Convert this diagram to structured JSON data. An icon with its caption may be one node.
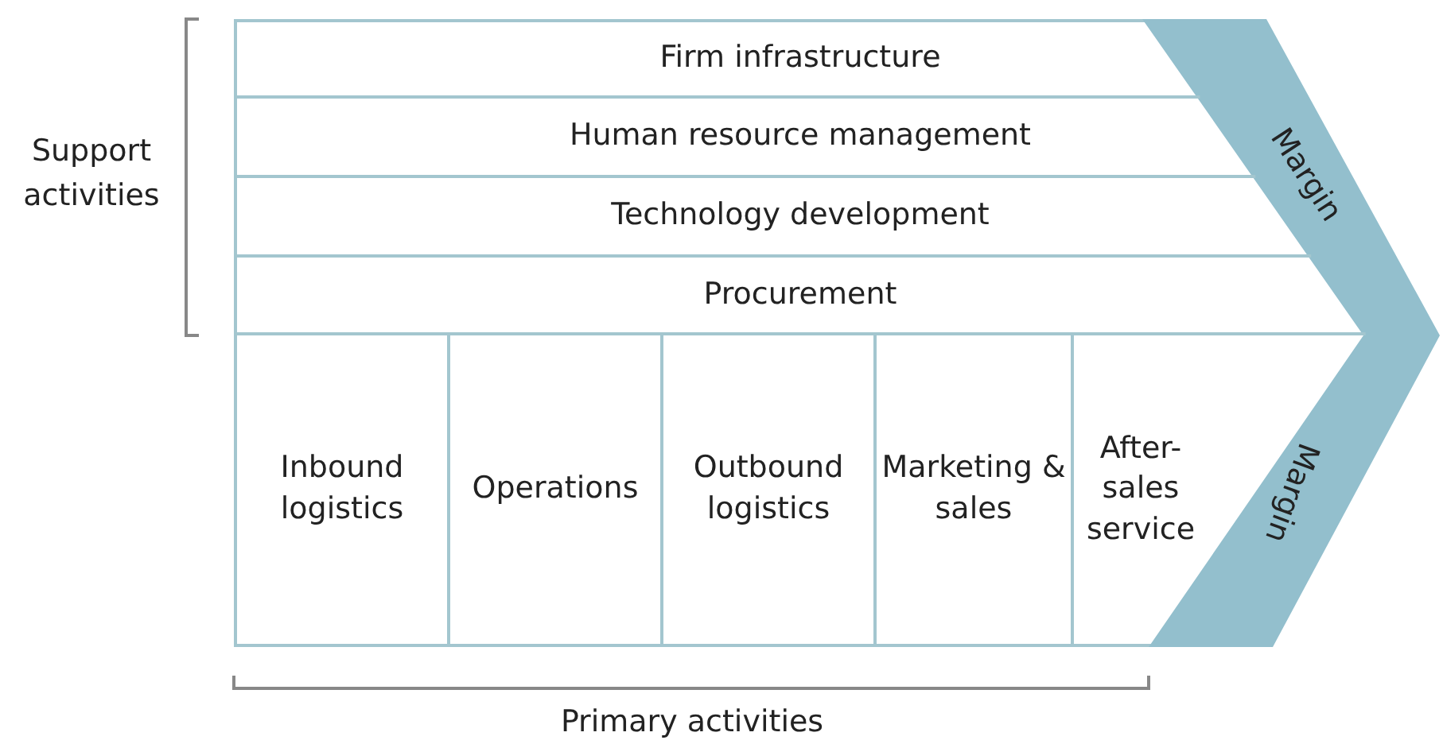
{
  "diagram": {
    "nodes": [
      {
        "text": [
          "Firm infrastructure"
        ]
      },
      {
        "text": [
          "Human resource management"
        ]
      },
      {
        "text": [
          "Technology development"
        ]
      },
      {
        "text": [
          "Procurement"
        ]
      },
      {
        "text": [
          "Inbound logistics"
        ]
      },
      {
        "text": [
          "Operations"
        ]
      },
      {
        "text": [
          "Outbound logistics"
        ]
      },
      {
        "text": [
          "Marketing & sales"
        ]
      },
      {
        "text": [
          "After-sales service"
        ]
      },
      {
        "text": [
          "Margin",
          "Margin"
        ]
      }
    ],
    "edges": [],
    "labels": [
      "Support activities",
      "Primary activities"
    ]
  }
}
